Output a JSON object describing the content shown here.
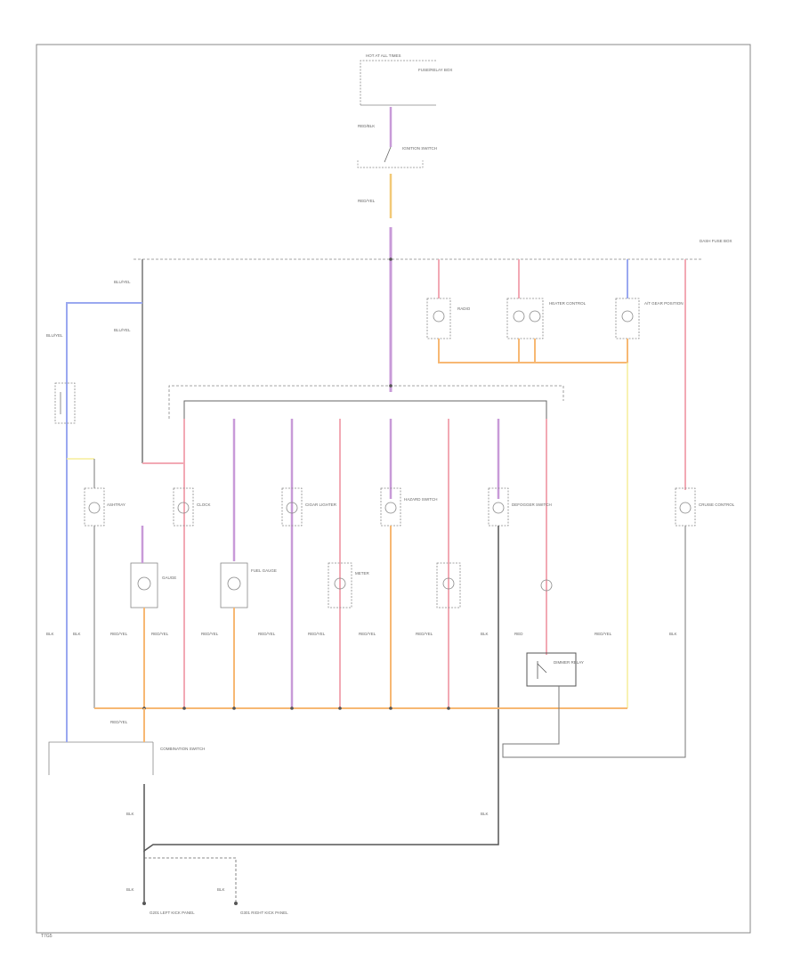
{
  "colors": {
    "violet": "#c89ad8",
    "pink": "#f2a9b4",
    "orange": "#f7b873",
    "blue": "#9aa8f0",
    "yellow": "#f6ed9a",
    "gray": "#777777",
    "black": "#555555"
  },
  "labels": {
    "hot_all_times": "HOT AT ALL TIMES",
    "fuse_block": "FUSE/RELAY BOX",
    "ignition_switch": "IGNITION SWITCH",
    "dash_fuse_box": "DASH FUSE BOX",
    "wire_bl_yel": "BLU/YEL",
    "wire_red_blk": "RED/BLK",
    "wire_red_yel": "RED/YEL",
    "wire_blk": "BLK",
    "wire_red": "RED",
    "ground_left": "G201 LEFT KICK PANEL",
    "ground_right": "G301 RIGHT KICK PANEL",
    "combination_switch": "COMBINATION SWITCH",
    "dimmer_relay": "DIMMER RELAY",
    "footer": "T7G5"
  },
  "lamps": [
    {
      "name": "RADIO"
    },
    {
      "name": "HEATER CONTROL"
    },
    {
      "name": "A/T GEAR POSITION"
    },
    {
      "name": "ASHTRAY"
    },
    {
      "name": "CLOCK"
    },
    {
      "name": "CIGAR LIGHTER"
    },
    {
      "name": "HAZARD SWITCH"
    },
    {
      "name": "DEFOGGER SWITCH"
    },
    {
      "name": "CRUISE CONTROL"
    },
    {
      "name": "GAUGE"
    },
    {
      "name": "FUEL GAUGE"
    },
    {
      "name": "METER"
    }
  ]
}
